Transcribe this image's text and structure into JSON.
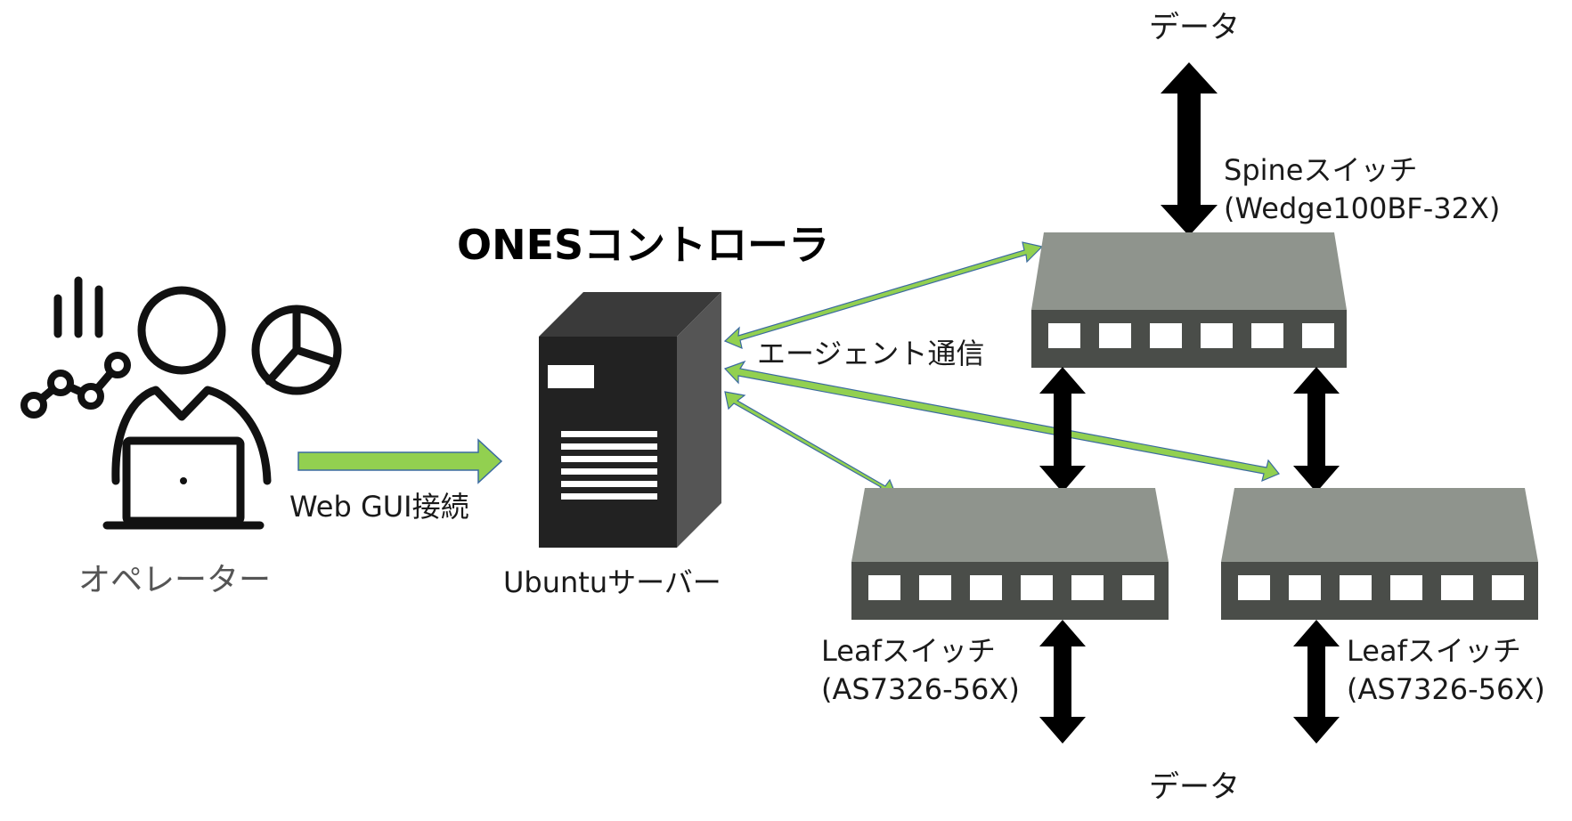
{
  "labels": {
    "data_top": "データ",
    "data_bottom": "データ",
    "spine_name": "Spineスイッチ",
    "spine_model": "(Wedge100BF-32X)",
    "controller_title": "ONESコントローラ",
    "agent_comm": "エージェント通信",
    "web_gui": "Web GUI接続",
    "operator": "オペレーター",
    "server": "Ubuntuサーバー",
    "leaf1_name": "Leafスイッチ",
    "leaf1_model": "(AS7326-56X)",
    "leaf2_name": "Leafスイッチ",
    "leaf2_model": "(AS7326-56X)"
  },
  "colors": {
    "switch_top": "#8f948d",
    "switch_front": "#4a4d49",
    "port": "#ffffff",
    "server_body": "#222222",
    "server_side": "#555555",
    "green_arrow": "#92d050",
    "green_arrow_border": "#3b6aa0",
    "data_arrow": "#000000",
    "operator_icon": "#111111"
  },
  "icons": [
    "operator-icon",
    "server-icon",
    "switch-icon"
  ]
}
